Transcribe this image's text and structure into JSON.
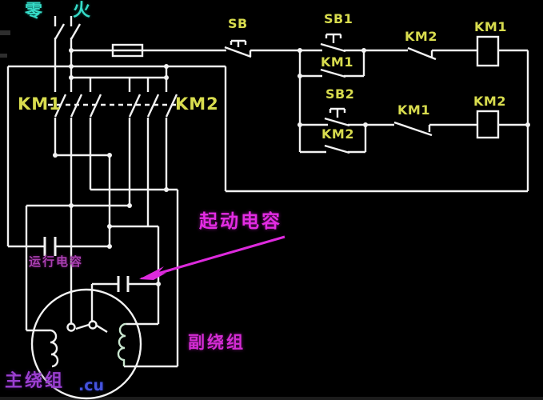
{
  "colors": {
    "background": "#000000",
    "wire": "#f2f2f2",
    "label_yellow": "#d8dc4e",
    "label_cyan": "#36dcc8",
    "label_magenta": "#e32ce3",
    "label_purple": "#9b3fd0",
    "label_blue": "#4553de",
    "aux_coil_green": "#c9e6cf"
  },
  "supply": {
    "neutral": "零",
    "live": "火"
  },
  "main_circuit": {
    "km1_label": "KM1",
    "km2_label": "KM2"
  },
  "control_circuit": {
    "stop_button": "SB",
    "start_button_1": "SB1",
    "start_button_2": "SB2",
    "km1_latch": "KM1",
    "km2_latch": "KM2",
    "km2_interlock": "KM2",
    "km1_interlock": "KM1",
    "km1_coil": "KM1",
    "km2_coil": "KM2"
  },
  "annotations": {
    "start_capacitor": "起动电容",
    "run_capacitor": "运行电容",
    "aux_winding": "副绕组",
    "main_winding": "主绕组",
    "watermark_suffix": ".cu"
  }
}
